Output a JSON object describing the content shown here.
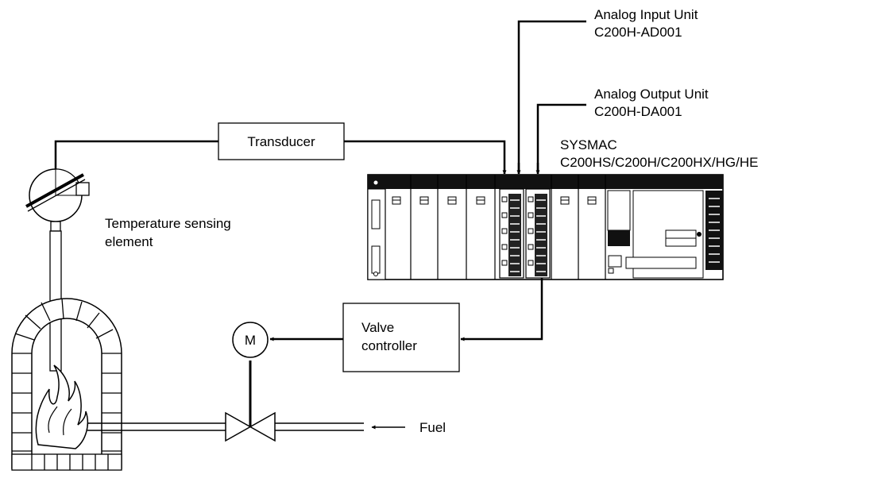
{
  "labels": {
    "analog_input_line1": "Analog Input Unit",
    "analog_input_line2": "C200H-AD001",
    "analog_output_line1": "Analog Output Unit",
    "analog_output_line2": "C200H-DA001",
    "sysmac_line1": "SYSMAC",
    "sysmac_line2": "C200HS/C200H/C200HX/HG/HE",
    "transducer": "Transducer",
    "temp_sensor_line1": "Temperature sensing",
    "temp_sensor_line2": "element",
    "valve_controller_line1": "Valve",
    "valve_controller_line2": "controller",
    "motor": "M",
    "fuel": "Fuel"
  }
}
